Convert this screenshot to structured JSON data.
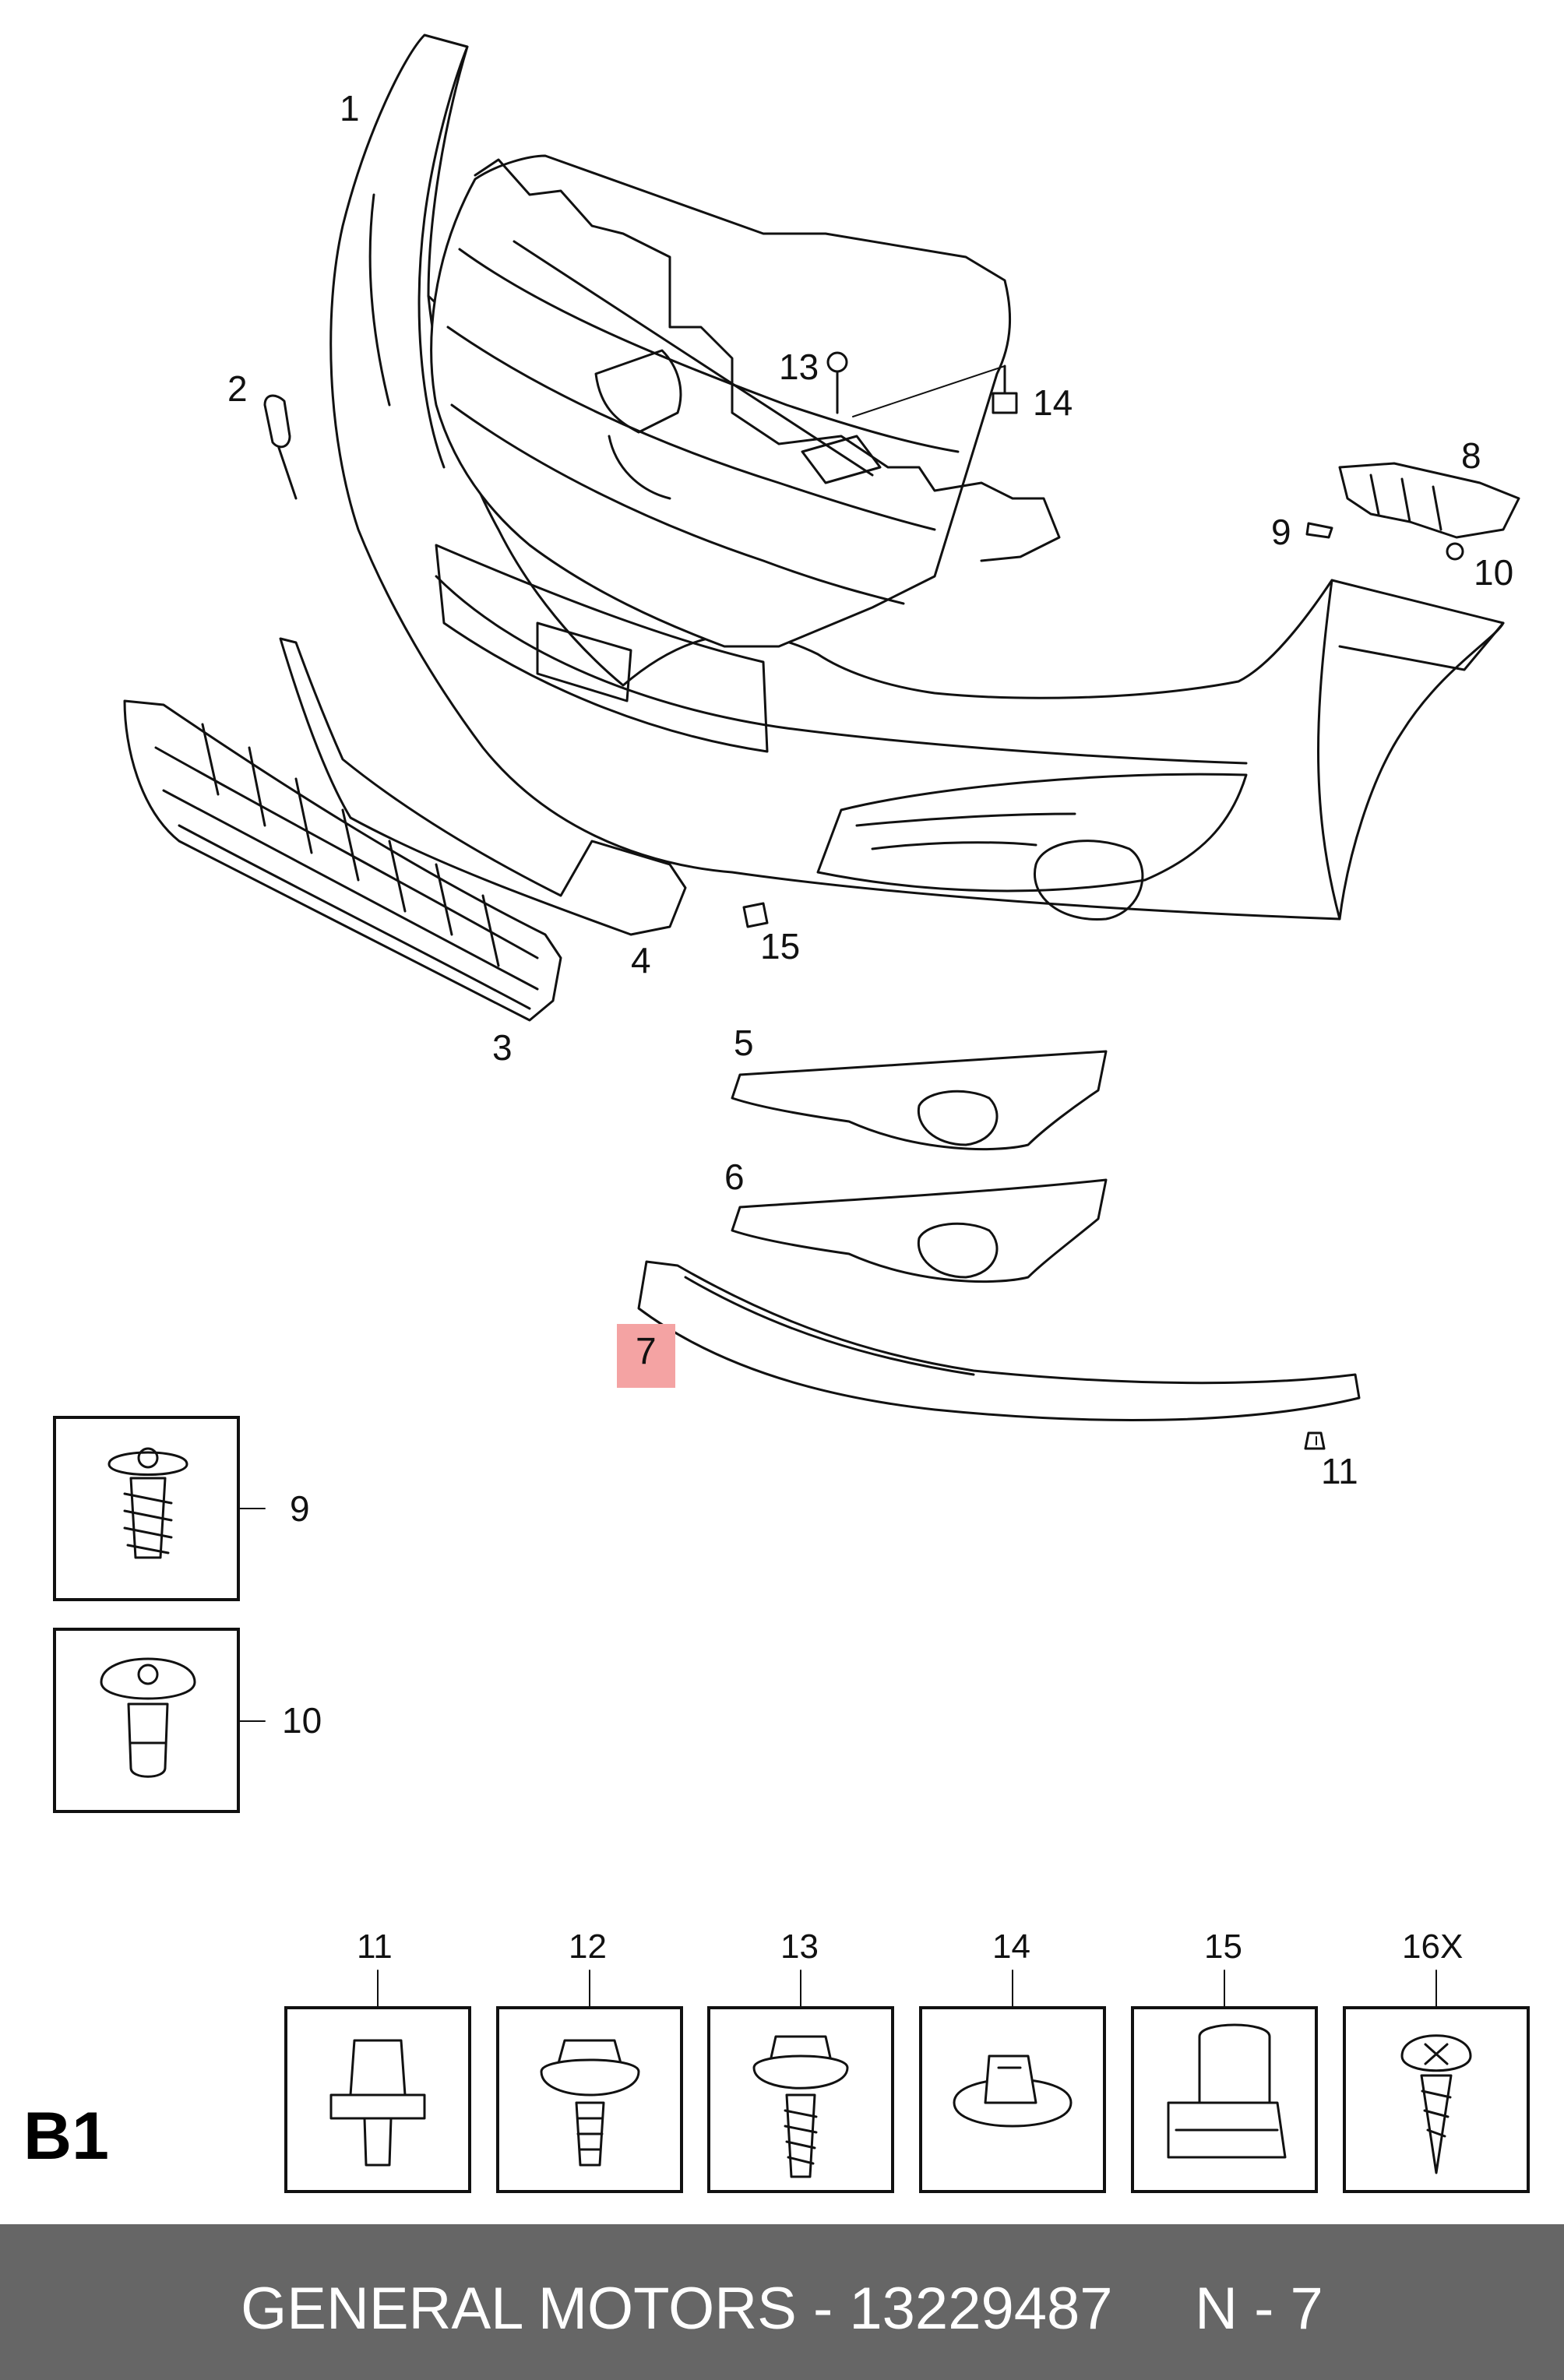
{
  "callouts": {
    "c1": "1",
    "c2": "2",
    "c3": "3",
    "c4": "4",
    "c5": "5",
    "c6": "6",
    "c7": "7",
    "c8": "8",
    "c9": "9",
    "c10": "10",
    "c11": "11",
    "c13": "13",
    "c14": "14",
    "c15": "15"
  },
  "detail_boxes": {
    "box9": "9",
    "box10": "10"
  },
  "fastener_headers": [
    "11",
    "12",
    "13",
    "14",
    "15",
    "16X"
  ],
  "section_code": "B1",
  "footer": {
    "text": "GENERAL MOTORS - 13229487     N - 7"
  },
  "colors": {
    "highlight": "#f4a3a3",
    "footer_bar": "#666666",
    "footer_text": "#ffffff"
  }
}
